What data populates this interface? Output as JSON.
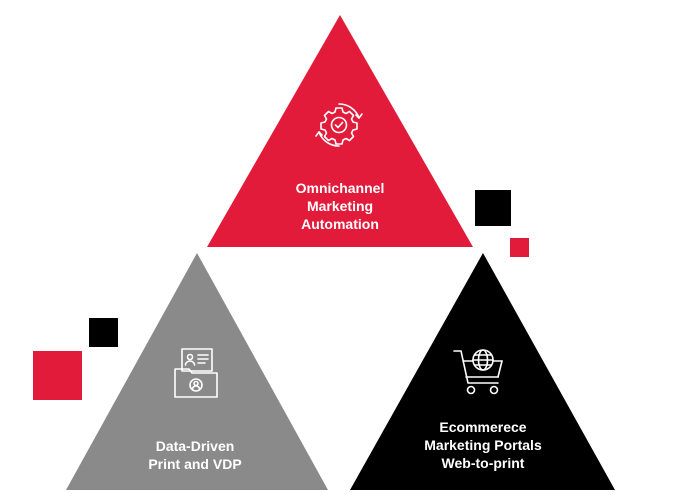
{
  "colors": {
    "red": "#e31b3a",
    "gray": "#8a8a8a",
    "black": "#000000",
    "white": "#ffffff"
  },
  "triangles": {
    "top": {
      "icon": "gear-check-icon",
      "lines": [
        "Omnichannel",
        "Marketing",
        "Automation"
      ]
    },
    "left": {
      "icon": "folder-user-icon",
      "lines": [
        "Data-Driven",
        "Print and VDP"
      ]
    },
    "right": {
      "icon": "globe-cart-icon",
      "lines": [
        "Ecommerece",
        "Marketing Portals",
        "Web-to-print"
      ]
    }
  }
}
